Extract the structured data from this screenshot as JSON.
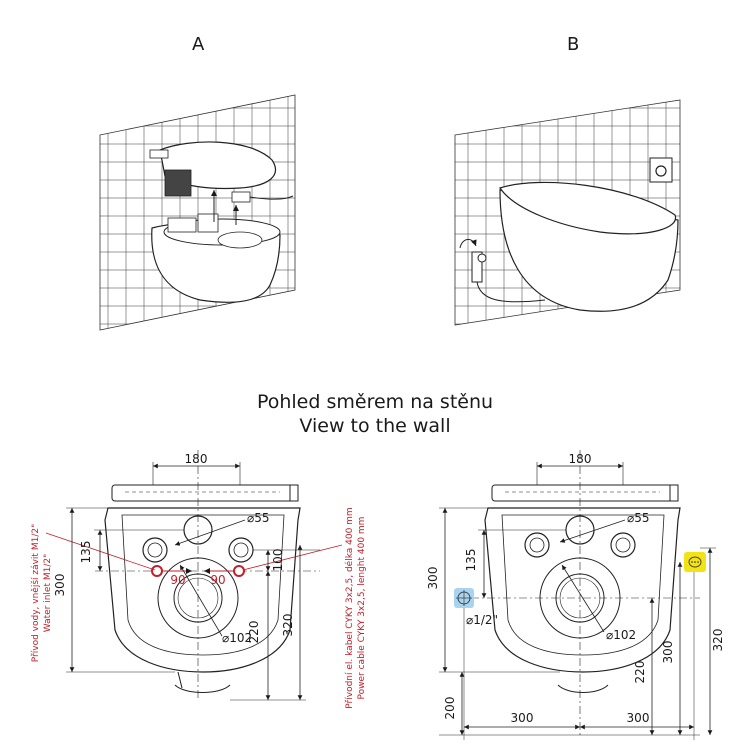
{
  "views": {
    "a_label": "A",
    "b_label": "B"
  },
  "heading": {
    "cz": "Pohled směrem na stěnu",
    "en": "View to the wall"
  },
  "left_drawing": {
    "dim_top": "180",
    "dim_55": "⌀55",
    "dim_135": "135",
    "dim_300": "300",
    "dim_90_left": "90",
    "dim_90_right": "90",
    "dim_100": "100",
    "dim_220": "220",
    "dim_320": "320",
    "dim_102": "⌀102",
    "water_cz": "Přívod vody, vnější závit M1/2\"",
    "water_en": "Water inlet M1/2\"",
    "power_cz": "Přívodní el. kabel CYKY 3x2,5, délka 400 mm",
    "power_en": "Power cable CYKY 3x2,5, lenght 400 mm"
  },
  "right_drawing": {
    "dim_top": "180",
    "dim_55": "⌀55",
    "dim_135": "135",
    "dim_300_left": "300",
    "dim_half_inch": "⌀1/2\"",
    "dim_200": "200",
    "dim_102": "⌀102",
    "dim_220": "220",
    "dim_300_right": "300",
    "dim_320": "320",
    "dim_bottom_left": "300",
    "dim_bottom_right": "300"
  },
  "colors": {
    "accent_red": "#c0202b",
    "water_blue": "#a9d4f0",
    "power_yellow": "#f2e216"
  },
  "icons": [
    "water-inlet-icon",
    "power-socket-icon"
  ]
}
